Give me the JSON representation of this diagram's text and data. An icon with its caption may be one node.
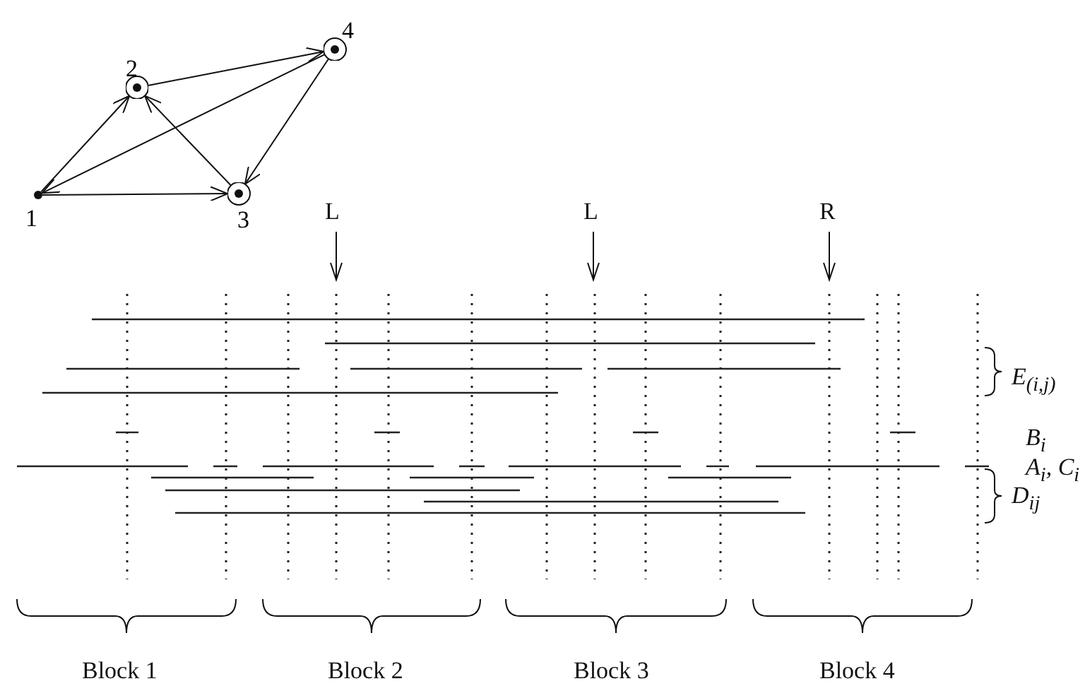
{
  "diagram": {
    "nodes": [
      {
        "text": [
          "1"
        ]
      },
      {
        "text": [
          "2"
        ]
      },
      {
        "text": [
          "3"
        ]
      },
      {
        "text": [
          "4"
        ]
      }
    ],
    "edges": [
      {
        "from": 0,
        "to": 1,
        "arrow": "to"
      },
      {
        "from": 1,
        "to": 3,
        "arrow": "to"
      },
      {
        "from": 3,
        "to": 0,
        "arrow": "to"
      },
      {
        "from": 0,
        "to": 2,
        "arrow": "to"
      },
      {
        "from": 2,
        "to": 1,
        "arrow": "to"
      },
      {
        "from": 3,
        "to": 2,
        "arrow": "to"
      }
    ],
    "labels": [
      "L",
      "L",
      "R",
      "E$_{(i,j)}$",
      "B$_{i}$",
      "A$_{i}$, C$_{i}$",
      "D$_{ij}$",
      "Block 1",
      "Block 2",
      "Block 3",
      "Block 4"
    ]
  }
}
